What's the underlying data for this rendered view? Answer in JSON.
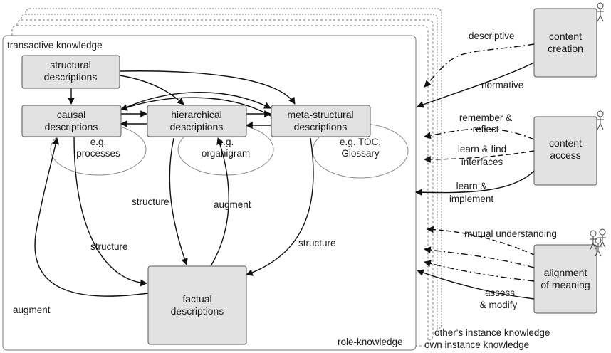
{
  "diagram": {
    "frames": {
      "main": "transactive knowledge",
      "role": "role-knowledge",
      "others": "other's instance knowledge",
      "own": "own instance knowledge"
    },
    "nodes": {
      "structural": [
        "structural",
        "descriptions"
      ],
      "causal": [
        "causal",
        "descriptions"
      ],
      "hierarchical": [
        "hierarchical",
        "descriptions"
      ],
      "meta": [
        "meta-structural",
        "descriptions"
      ],
      "factual": [
        "factual",
        "descriptions"
      ],
      "creation": [
        "content",
        "creation"
      ],
      "access": [
        "content",
        "access"
      ],
      "alignment": [
        "alignment",
        "of meaning"
      ]
    },
    "examples": {
      "processes": [
        "e.g.",
        "processes"
      ],
      "organigram": [
        "e.g.",
        "organigram"
      ],
      "toc": [
        "e.g. TOC,",
        "Glossary"
      ]
    },
    "edge_labels": {
      "structure_left": "structure",
      "structure_mid": "structure",
      "augment_mid": "augment",
      "structure_right": "structure",
      "augment_left": "augment"
    },
    "relations": {
      "descriptive": "descriptive",
      "normative": "normative",
      "remember": [
        "remember &",
        "reflect"
      ],
      "learn_find": [
        "learn & find",
        "interfaces"
      ],
      "learn_impl": [
        "learn &",
        "implement"
      ],
      "mutual": "mutual understanding",
      "assess": [
        "assess",
        "& modify"
      ]
    },
    "colors": {
      "box_fill": "#e2e2e2",
      "edge": "#111111",
      "frame": "#777777"
    }
  }
}
